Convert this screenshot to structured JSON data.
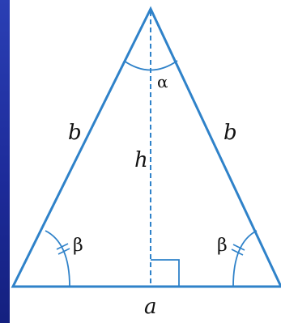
{
  "diagram": {
    "labels": {
      "side_left": "b",
      "side_right": "b",
      "height": "h",
      "base": "a",
      "apex_angle": "α",
      "base_angle_left": "β",
      "base_angle_right": "β"
    },
    "colors": {
      "line": "#2f82c9",
      "panel": "#ffffff",
      "text": "#111111",
      "background_top": "#2a3fb4",
      "background_bottom": "#14207f"
    }
  }
}
